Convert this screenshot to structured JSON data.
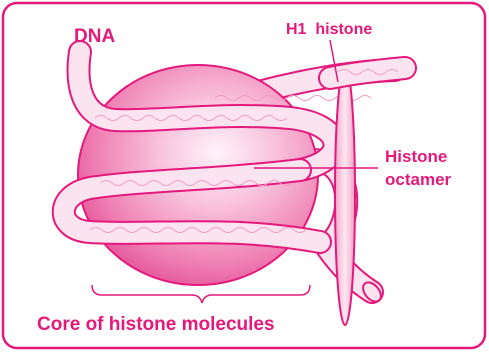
{
  "labels": {
    "dna": "DNA",
    "h1_histone": "H1  histone",
    "histone_octamer_line1": "Histone",
    "histone_octamer_line2": "octamer",
    "core": "Core of histone molecules"
  },
  "colors": {
    "ink": "#e4197c",
    "sphere_light": "#fff3f9",
    "sphere_mid": "#f7a9cd",
    "sphere_dark": "#e24a92",
    "strand_fill": "#fbe3ef",
    "background": "#ffffff"
  }
}
